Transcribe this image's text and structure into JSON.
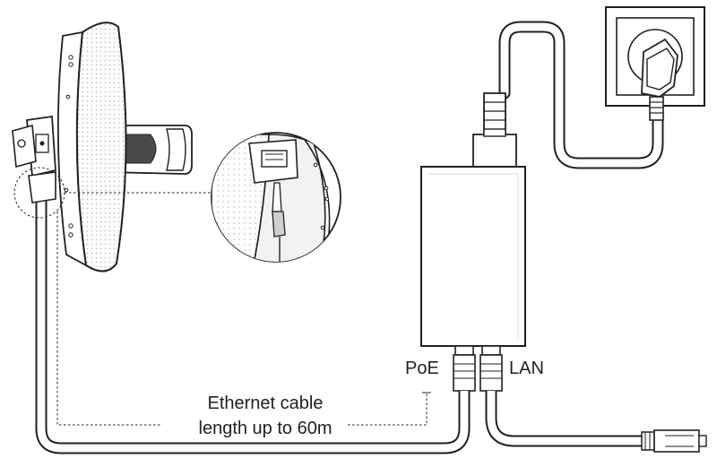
{
  "labels": {
    "poe_port": "PoE",
    "lan_port": "LAN",
    "cable_line1": "Ethernet cable",
    "cable_line2": "length up to 60m"
  },
  "colors": {
    "line": "#231f20",
    "fill": "#ffffff",
    "shadow": "#ececec",
    "mesh": "#bcbcbc"
  },
  "icons": [
    "antenna-dish",
    "wall-socket",
    "power-plug",
    "poe-adapter",
    "rj45-connector",
    "zoom-detail-circle"
  ]
}
